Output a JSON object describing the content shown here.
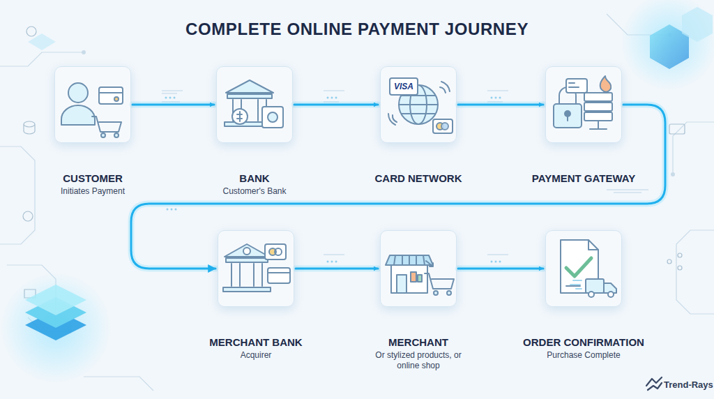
{
  "diagram": {
    "title": "COMPLETE ONLINE PAYMENT JOURNEY",
    "nodes": [
      {
        "text": [
          "CUSTOMER",
          "Initiates Payment"
        ]
      },
      {
        "text": [
          "BANK",
          "Customer's Bank"
        ]
      },
      {
        "text": [
          "CARD NETWORK"
        ]
      },
      {
        "text": [
          "PAYMENT GATEWAY"
        ]
      },
      {
        "text": [
          "MERCHANT BANK",
          "Acquirer"
        ]
      },
      {
        "text": [
          "MERCHANT",
          "Or stylized products, or online shop"
        ]
      },
      {
        "text": [
          "ORDER CONFIRMATION",
          "Purchase Complete"
        ]
      }
    ],
    "edges": [
      {
        "from": 0,
        "to": 1,
        "arrow": "to"
      },
      {
        "from": 1,
        "to": 2,
        "arrow": "to"
      },
      {
        "from": 2,
        "to": 3,
        "arrow": "to"
      },
      {
        "from": 3,
        "to": 4,
        "arrow": "to"
      },
      {
        "from": 4,
        "to": 5,
        "arrow": "to"
      },
      {
        "from": 5,
        "to": 6,
        "arrow": "to"
      }
    ],
    "labels": [
      "VISA",
      "Trend-Rays"
    ]
  }
}
